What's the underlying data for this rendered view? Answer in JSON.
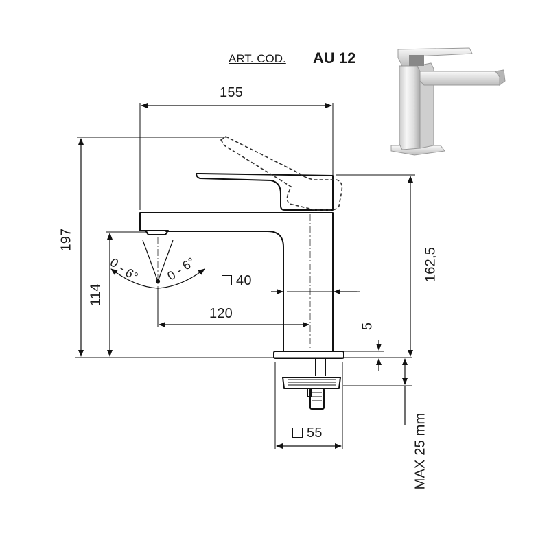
{
  "header": {
    "art_label": "ART. COD.",
    "art_code": "AU 12"
  },
  "dimensions": {
    "width_total": "155",
    "height_total": "197",
    "height_spout": "114",
    "height_body": "162,5",
    "spout_reach": "120",
    "body_section": "40",
    "base_section": "55",
    "base_thickness": "5",
    "max_thickness": "MAX 25 mm",
    "tilt_left": "0 - 6°",
    "tilt_right": "0 - 6°"
  },
  "colors": {
    "line": "#111111",
    "dashed": "#333333",
    "chrome_light": "#f2f2f2",
    "chrome_dark": "#b8b8b8"
  }
}
